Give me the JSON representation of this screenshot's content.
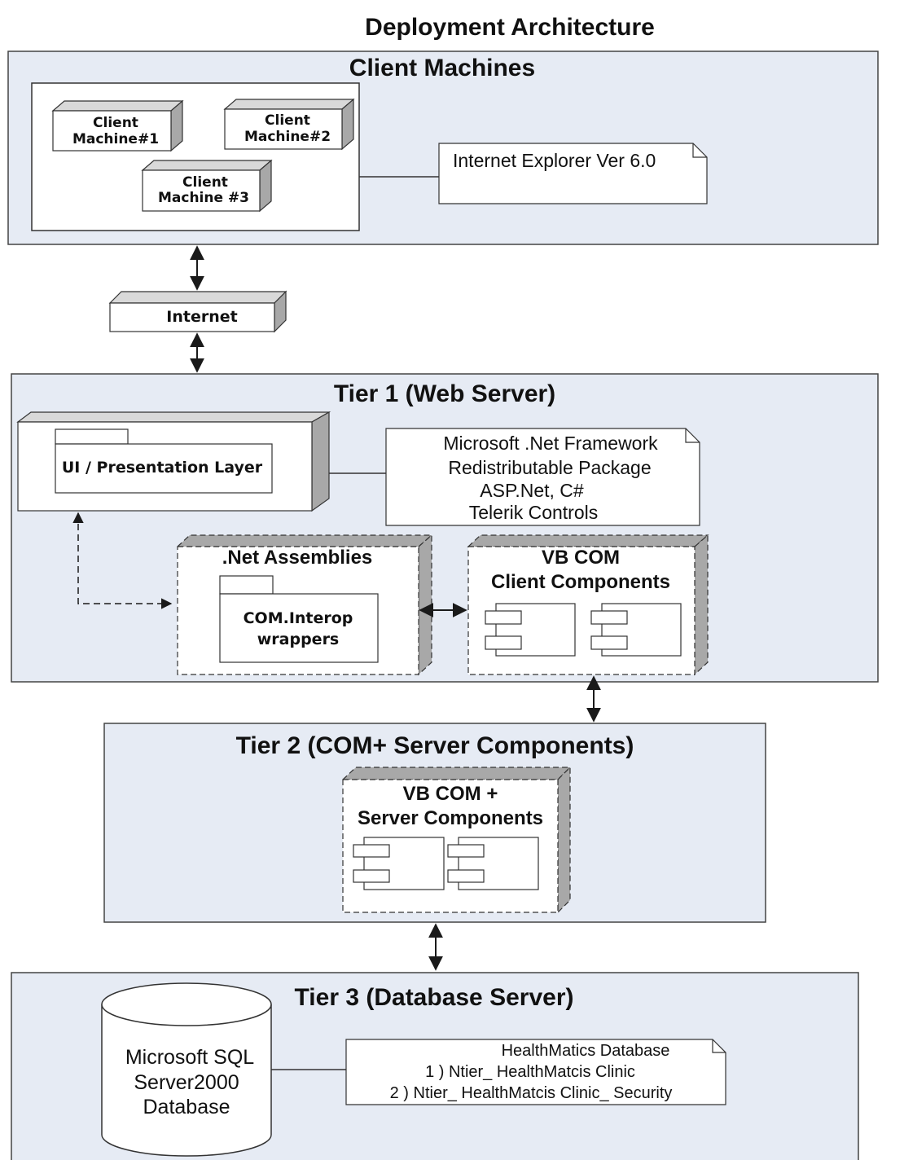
{
  "title": "Deployment Architecture",
  "colors": {
    "region_fill": "#e6ebf4",
    "node_side": "#a8a8a8",
    "line": "#1a1a1a"
  },
  "client_region": {
    "title": "Client Machines",
    "machines": [
      {
        "line1": "Client",
        "line2": "Machine#1"
      },
      {
        "line1": "Client",
        "line2": "Machine#2"
      },
      {
        "line1": "Client",
        "line2": "Machine #3"
      }
    ],
    "browser_note": "Internet Explorer Ver 6.0"
  },
  "internet_node": "Internet",
  "tier1": {
    "title": "Tier 1 (Web Server)",
    "ui_layer": "UI / Presentation Layer",
    "framework_note": [
      "Microsoft .Net Framework",
      "Redistributable Package",
      "ASP.Net, C#",
      "Telerik Controls"
    ],
    "net_assemblies": {
      "title": ".Net Assemblies",
      "package": [
        "COM.Interop",
        "wrappers"
      ]
    },
    "vb_com_client": [
      "VB COM",
      "Client Components"
    ]
  },
  "tier2": {
    "title": "Tier 2 (COM+ Server Components)",
    "vb_com_server": [
      "VB COM +",
      "Server Components"
    ]
  },
  "tier3": {
    "title": "Tier 3 (Database Server)",
    "database": [
      "Microsoft SQL",
      "Server2000",
      "Database"
    ],
    "db_note": [
      "HealthMatics Database",
      "1 ) Ntier_ HealthMatcis Clinic",
      "2 ) Ntier_ HealthMatcis Clinic_ Security"
    ]
  }
}
